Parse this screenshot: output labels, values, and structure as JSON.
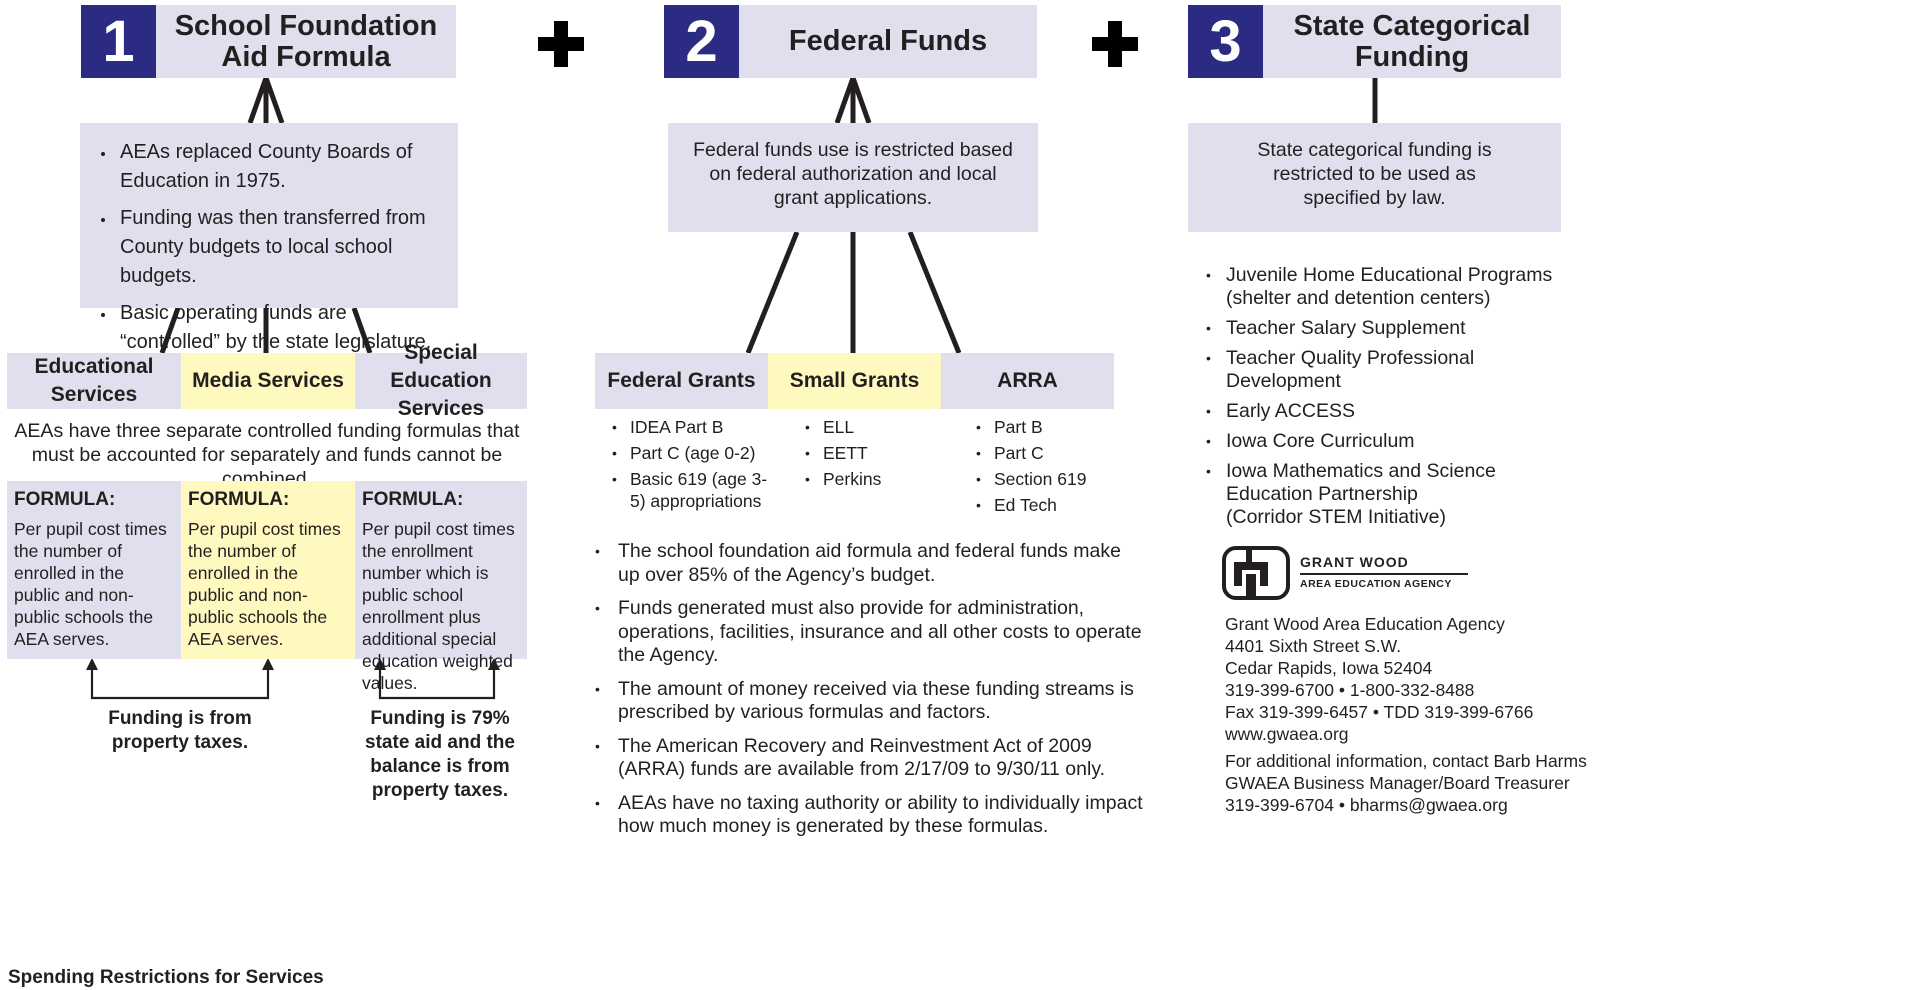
{
  "col1": {
    "number": "1",
    "title": "School Foundation Aid Formula",
    "bullets": [
      "AEAs replaced County Boards of Education in 1975.",
      "Funding was then transferred from County budgets to local school budgets.",
      "Basic operating funds are “controlled” by the state legislature."
    ],
    "categories": [
      "Educational Services",
      "Media Services",
      "Special Education Services"
    ],
    "note": "AEAs have three separate controlled funding formulas that must be accounted for separately and funds cannot be combined.",
    "formula_label": "FORMULA:",
    "formulas": [
      "Per pupil cost times the number of enrolled in the public and non-public schools the AEA serves.",
      "Per pupil cost times the number of enrolled in the public and non-public schools the AEA serves.",
      "Per pupil cost times the enrollment number which is public school enrollment plus additional special education weighted values."
    ],
    "funding_left": "Funding is from property taxes.",
    "funding_right": "Funding is 79% state aid and the balance is from property taxes.",
    "footer_cut": "Spending Restrictions for Services"
  },
  "col2": {
    "number": "2",
    "title": "Federal Funds",
    "info": "Federal funds use is restricted based on federal authorization and local grant applications.",
    "categories": [
      "Federal Grants",
      "Small Grants",
      "ARRA"
    ],
    "lists": [
      [
        "IDEA Part B",
        "Part C (age 0-2)",
        "Basic 619 (age 3-5) appropriations"
      ],
      [
        "ELL",
        "EETT",
        "Perkins"
      ],
      [
        "Part B",
        "Part C",
        "Section 619",
        "Ed Tech"
      ]
    ],
    "bullets": [
      "The school foundation aid formula and federal funds make up over 85% of the Agency’s budget.",
      "Funds generated must also provide for administration, operations, facilities, insurance and all other costs to operate the Agency.",
      "The amount of money received via these funding streams is prescribed by various formulas and factors.",
      "The American Recovery and Reinvestment Act of 2009 (ARRA) funds are available from 2/17/09 to 9/30/11 only.",
      "AEAs have no taxing authority or ability to individually impact how much money is generated by these formulas."
    ]
  },
  "col3": {
    "number": "3",
    "title": "State Categorical Funding",
    "info": "State categorical funding is restricted to be used as specified by law.",
    "programs": [
      "Juvenile Home Educational Programs (shelter and detention centers)",
      "Teacher Salary Supplement",
      "Teacher Quality Professional Development",
      "Early ACCESS",
      "Iowa Core Curriculum",
      "Iowa Mathematics and Science Education Partnership (Corridor STEM Initiative)"
    ],
    "logo_line1": "Grant Wood",
    "logo_line2": "Area Education Agency",
    "address": [
      "Grant Wood Area Education Agency",
      "4401 Sixth Street S.W.",
      "Cedar Rapids, Iowa 52404",
      "319-399-6700 • 1-800-332-8488",
      "Fax 319-399-6457 • TDD 319-399-6766",
      "www.gwaea.org"
    ],
    "contact": [
      "For additional information, contact Barb Harms",
      "GWAEA Business Manager/Board Treasurer",
      "319-399-6704 • bharms@gwaea.org"
    ]
  },
  "colors": {
    "navy": "#2b2b83",
    "lavender": "#dfdfee",
    "yellow": "#fff8bf",
    "text": "#231f20"
  }
}
